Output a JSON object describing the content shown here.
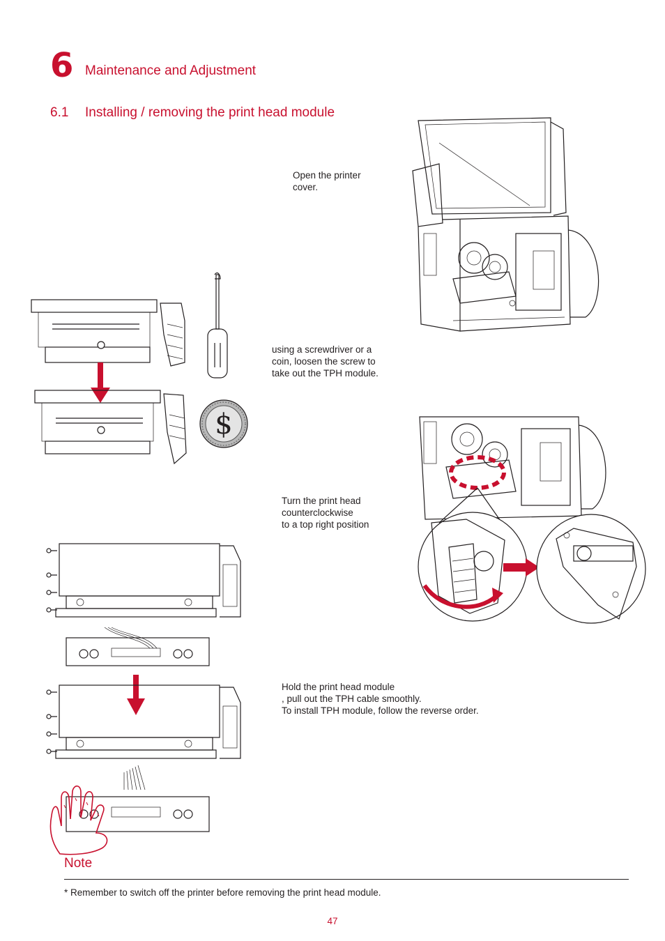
{
  "chapter": {
    "number": "6",
    "title": "Maintenance and Adjustment"
  },
  "section": {
    "number": "6.1",
    "title": "Installing / removing the print head module"
  },
  "steps": [
    {
      "text": "Open the printer\ncover."
    },
    {
      "text": "using a screwdriver or a\ncoin, loosen the screw to\ntake out the TPH module."
    },
    {
      "text": "Turn the print head\ncounterclockwise\nto a top right position"
    },
    {
      "text": "Hold the print head module\n, pull out the TPH cable smoothly.\nTo install TPH module, follow the reverse order."
    }
  ],
  "coin_symbol": "$",
  "note": {
    "label": "Note",
    "text": "* Remember to switch off the printer before removing the print head module."
  },
  "page_number": "47",
  "colors": {
    "accent": "#c8102e",
    "text": "#231f20"
  }
}
